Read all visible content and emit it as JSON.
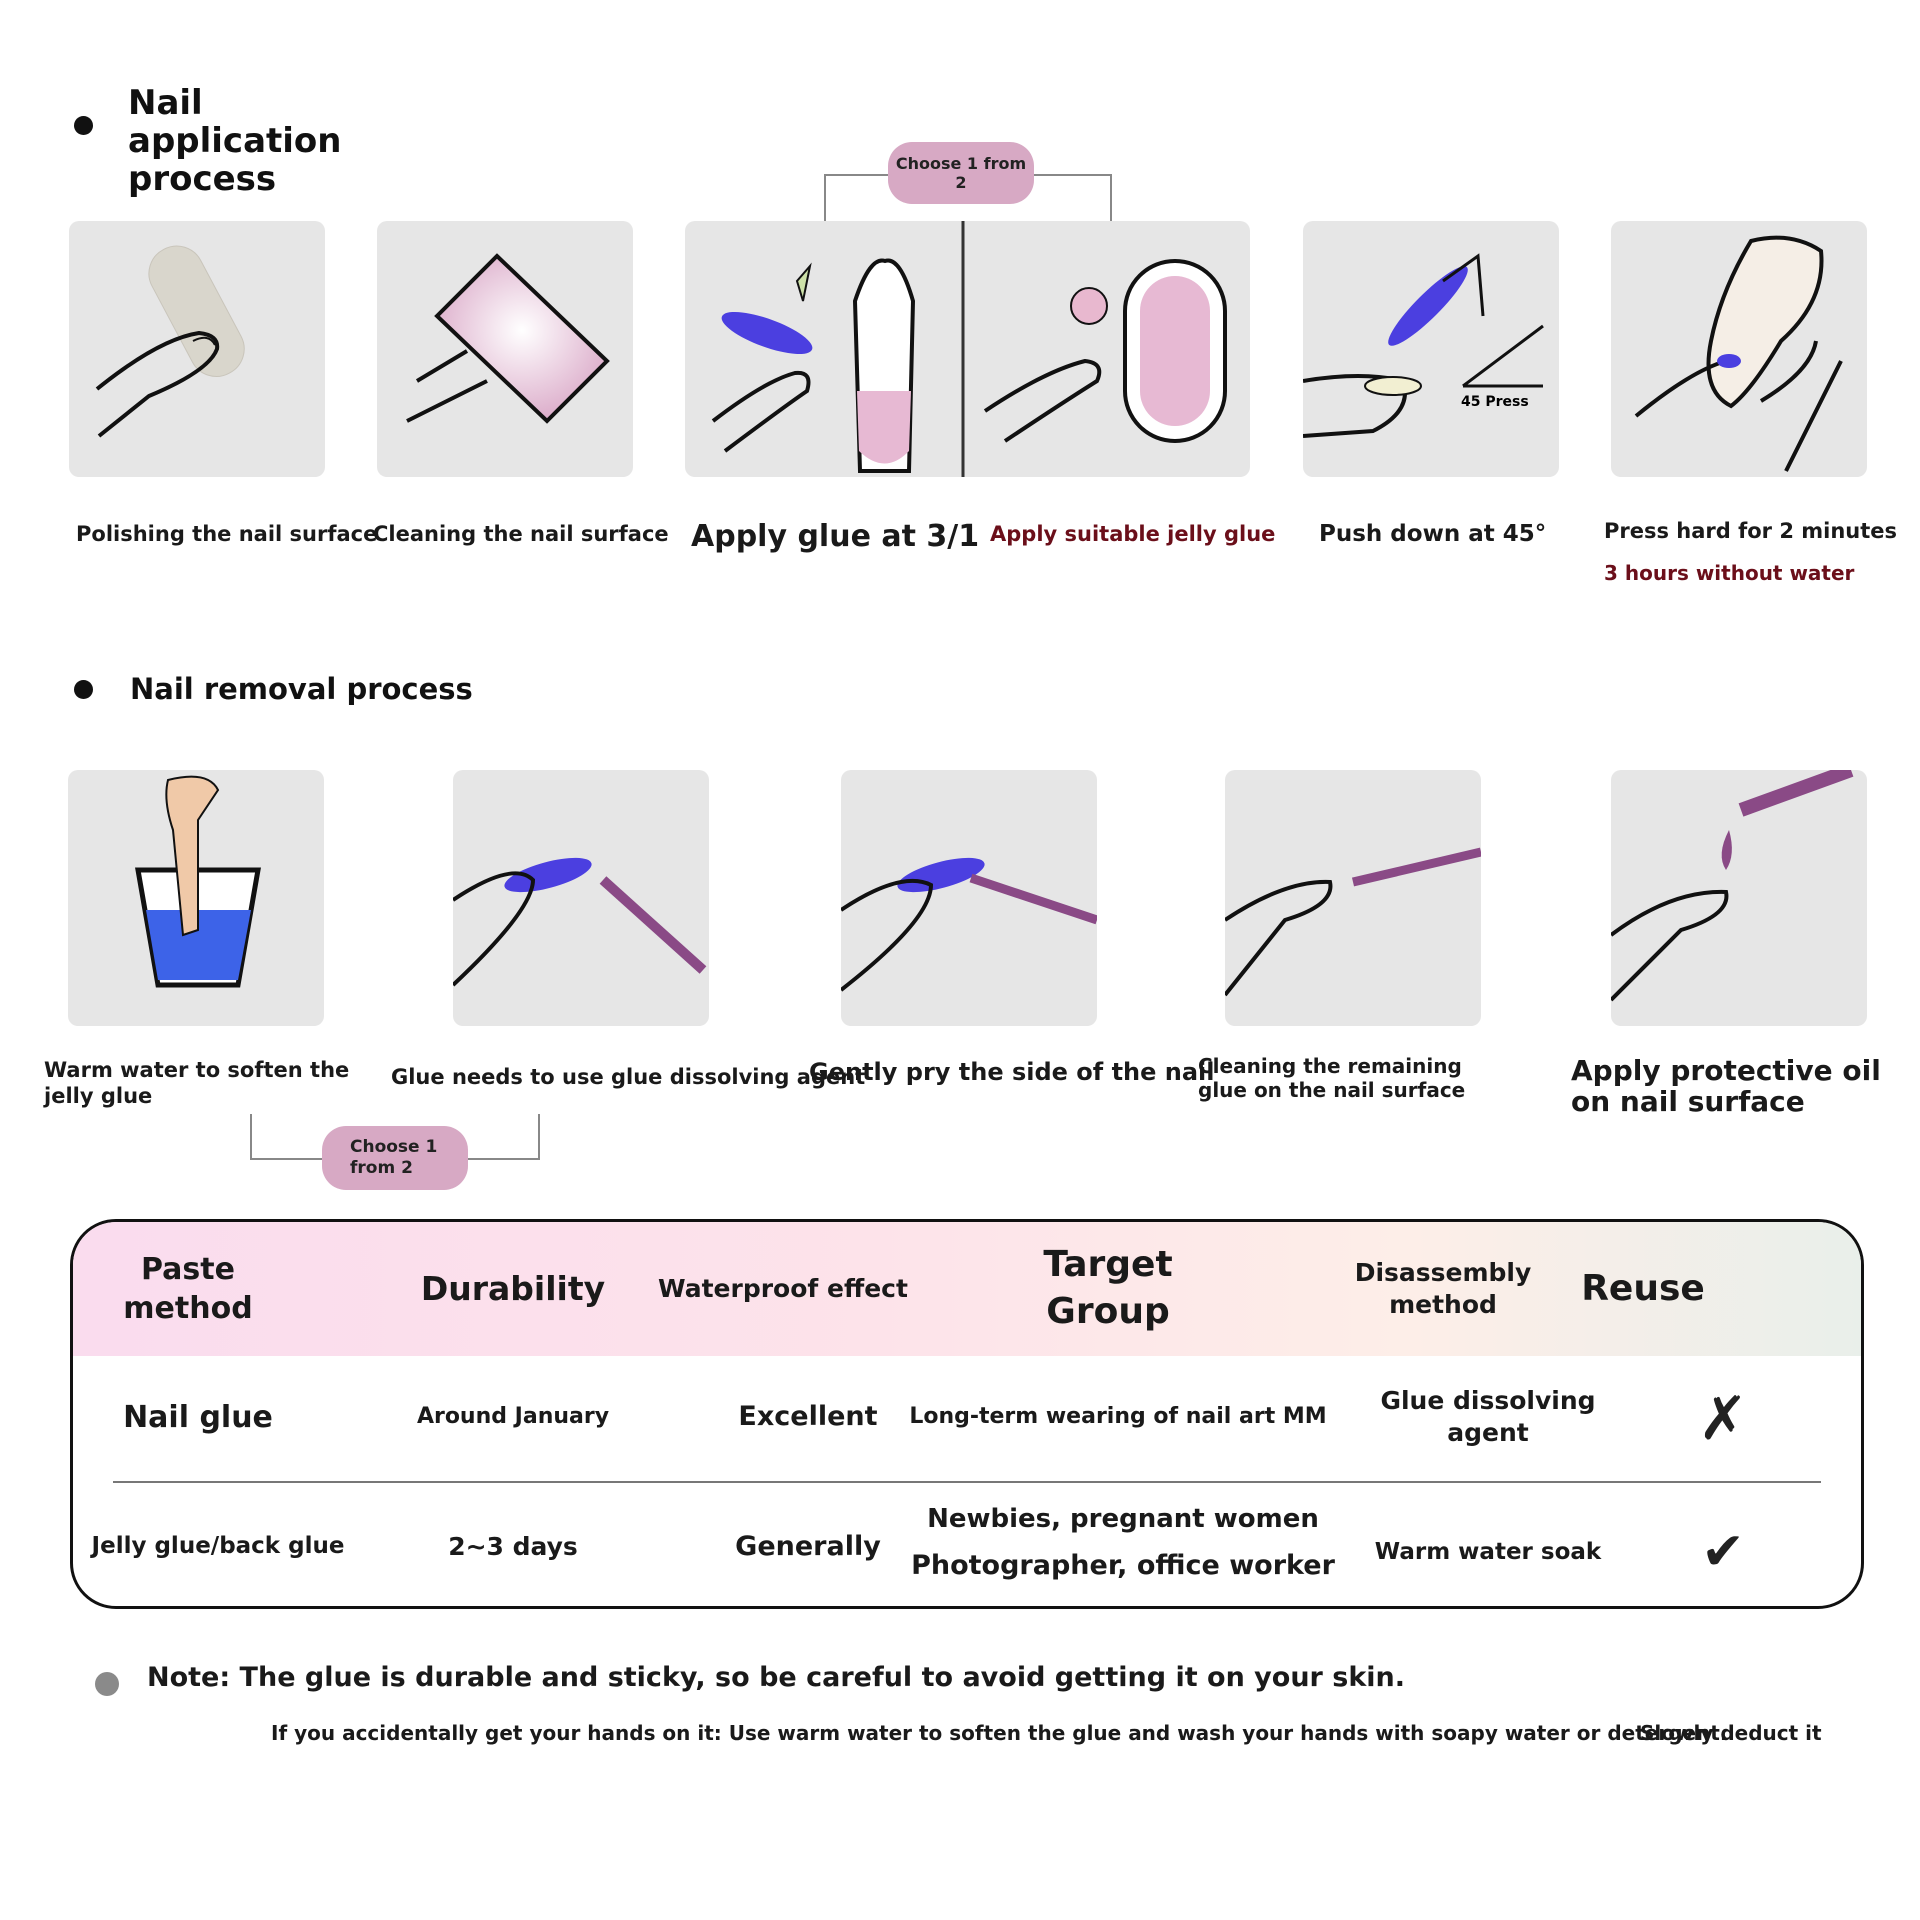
{
  "application": {
    "heading": "Nail application process",
    "choose_label": "Choose 1 from 2",
    "steps": [
      {
        "caption": "Polishing the nail surface"
      },
      {
        "caption": "Cleaning the nail surface"
      },
      {
        "caption": "Apply glue at 3/1"
      },
      {
        "caption": "Apply suitable jelly glue"
      },
      {
        "caption": "Push down at 45°",
        "inner_label": "45 Press"
      },
      {
        "caption": "Press hard for 2 minutes",
        "subcaption": "3 hours without water"
      }
    ]
  },
  "removal": {
    "heading": "Nail removal process",
    "choose_label": "Choose 1 from 2",
    "steps": [
      {
        "caption": "Warm water to soften the jelly glue"
      },
      {
        "caption": "Glue needs to use glue dissolving agent"
      },
      {
        "caption": "Gently pry the side of the nail"
      },
      {
        "caption": "Cleaning the remaining glue on the nail surface"
      },
      {
        "caption": "Apply protective oil on nail surface"
      }
    ]
  },
  "table": {
    "headers": [
      "Paste method",
      "Durability",
      "Waterproof effect",
      "Target Group",
      "Disassembly method",
      "Reuse"
    ],
    "rows": [
      {
        "method": "Nail glue",
        "durability": "Around January",
        "waterproof": "Excellent",
        "target": "Long-term wearing of nail art MM",
        "disassembly": "Glue dissolving agent",
        "reuse": "✗"
      },
      {
        "method": "Jelly glue/back glue",
        "durability": "2~3 days",
        "waterproof": "Generally",
        "target_line1": "Newbies, pregnant women",
        "target_line2": "Photographer, office worker",
        "disassembly": "Warm water soak",
        "reuse": "✔"
      }
    ]
  },
  "note": {
    "title": "Note: The glue is durable and sticky, so be careful to avoid getting it on your skin.",
    "detail": "If you accidentally get your hands on it: Use warm water to soften the glue and wash your hands with soapy water or detergent.",
    "aside": "Slowly deduct it"
  },
  "colors": {
    "tile": "#e6e6e6",
    "pill": "#d7a9c4",
    "nail_blue": "#4b3fe0",
    "tool_purple": "#8a4a86",
    "accent_red": "#6b0f1a"
  }
}
